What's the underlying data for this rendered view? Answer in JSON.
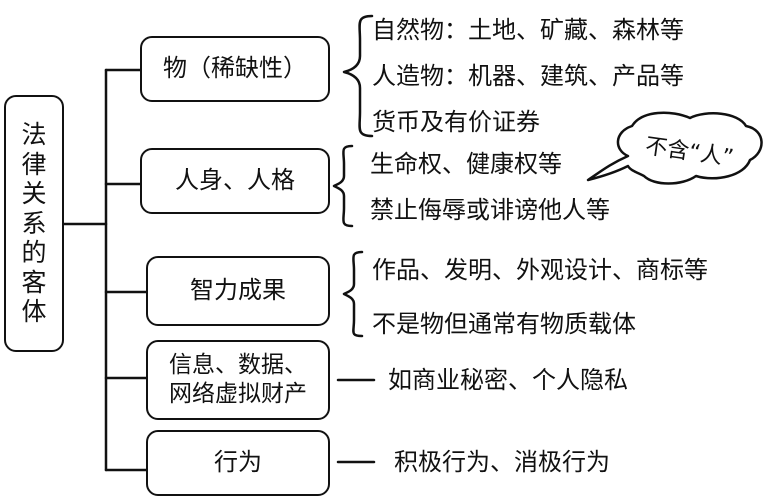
{
  "root": {
    "chars": [
      "法",
      "律",
      "关",
      "系",
      "的",
      "客",
      "体"
    ]
  },
  "branches": [
    {
      "label": "物（稀缺性）",
      "items": [
        "自然物：土地、矿藏、森林等",
        "人造物：机器、建筑、产品等",
        "货币及有价证券"
      ]
    },
    {
      "label": "人身、人格",
      "items": [
        "生命权、健康权等",
        "禁止侮辱或诽谤他人等"
      ],
      "callout": "不含“人”"
    },
    {
      "label": "智力成果",
      "items": [
        "作品、发明、外观设计、商标等",
        "不是物但通常有物质载体"
      ]
    },
    {
      "label_lines": [
        "信息、数据、",
        "网络虚拟财产"
      ],
      "example": "如商业秘密、个人隐私"
    },
    {
      "label": "行为",
      "example": "积极行为、消极行为"
    }
  ]
}
